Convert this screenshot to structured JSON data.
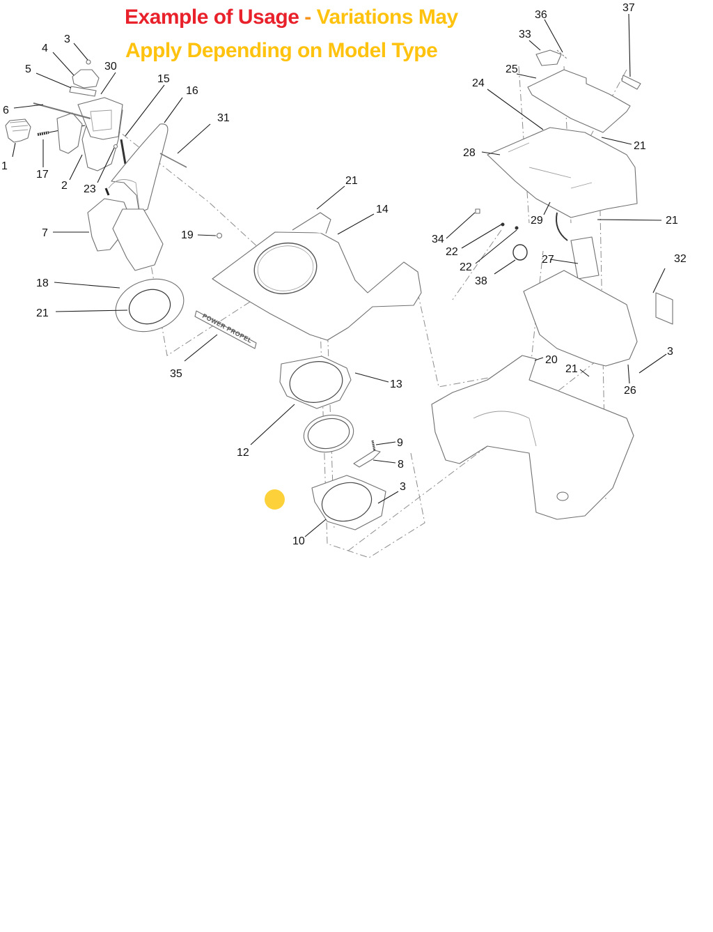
{
  "overlay": {
    "title_part1": "Example of Usage",
    "title_separator": " - ",
    "title_part2": "Variations May",
    "title_line2": "Apply Depending on Model Type",
    "colors": {
      "title_red": "#e8212b",
      "title_yellow": "#ffc20e",
      "separator_orange": "#f7941d",
      "marker_dot": "#fdd13a",
      "line_art": "#6f6f6f"
    }
  },
  "diagram": {
    "type": "exploded-parts-view",
    "decal_text": "POWER PROPEL",
    "callouts": [
      {
        "id": "c1",
        "label": "1"
      },
      {
        "id": "c2",
        "label": "2"
      },
      {
        "id": "c3a",
        "label": "3"
      },
      {
        "id": "c4",
        "label": "4"
      },
      {
        "id": "c5",
        "label": "5"
      },
      {
        "id": "c6",
        "label": "6"
      },
      {
        "id": "c17",
        "label": "17"
      },
      {
        "id": "c23",
        "label": "23"
      },
      {
        "id": "c30",
        "label": "30"
      },
      {
        "id": "c15",
        "label": "15"
      },
      {
        "id": "c16",
        "label": "16"
      },
      {
        "id": "c31",
        "label": "31"
      },
      {
        "id": "c7",
        "label": "7"
      },
      {
        "id": "c18",
        "label": "18"
      },
      {
        "id": "c21a",
        "label": "21"
      },
      {
        "id": "c19",
        "label": "19"
      },
      {
        "id": "c35",
        "label": "35"
      },
      {
        "id": "c21b",
        "label": "21"
      },
      {
        "id": "c14",
        "label": "14"
      },
      {
        "id": "c13",
        "label": "13"
      },
      {
        "id": "c12",
        "label": "12"
      },
      {
        "id": "c9",
        "label": "9"
      },
      {
        "id": "c8",
        "label": "8"
      },
      {
        "id": "c3b",
        "label": "3"
      },
      {
        "id": "c10",
        "label": "10"
      },
      {
        "id": "c36",
        "label": "36"
      },
      {
        "id": "c33",
        "label": "33"
      },
      {
        "id": "c37",
        "label": "37"
      },
      {
        "id": "c25",
        "label": "25"
      },
      {
        "id": "c24",
        "label": "24"
      },
      {
        "id": "c28",
        "label": "28"
      },
      {
        "id": "c21c",
        "label": "21"
      },
      {
        "id": "c29",
        "label": "29"
      },
      {
        "id": "c21d",
        "label": "21"
      },
      {
        "id": "c34",
        "label": "34"
      },
      {
        "id": "c22a",
        "label": "22"
      },
      {
        "id": "c22b",
        "label": "22"
      },
      {
        "id": "c38",
        "label": "38"
      },
      {
        "id": "c27",
        "label": "27"
      },
      {
        "id": "c32",
        "label": "32"
      },
      {
        "id": "c20",
        "label": "20"
      },
      {
        "id": "c21e",
        "label": "21"
      },
      {
        "id": "c3c",
        "label": "3"
      },
      {
        "id": "c26",
        "label": "26"
      }
    ]
  }
}
